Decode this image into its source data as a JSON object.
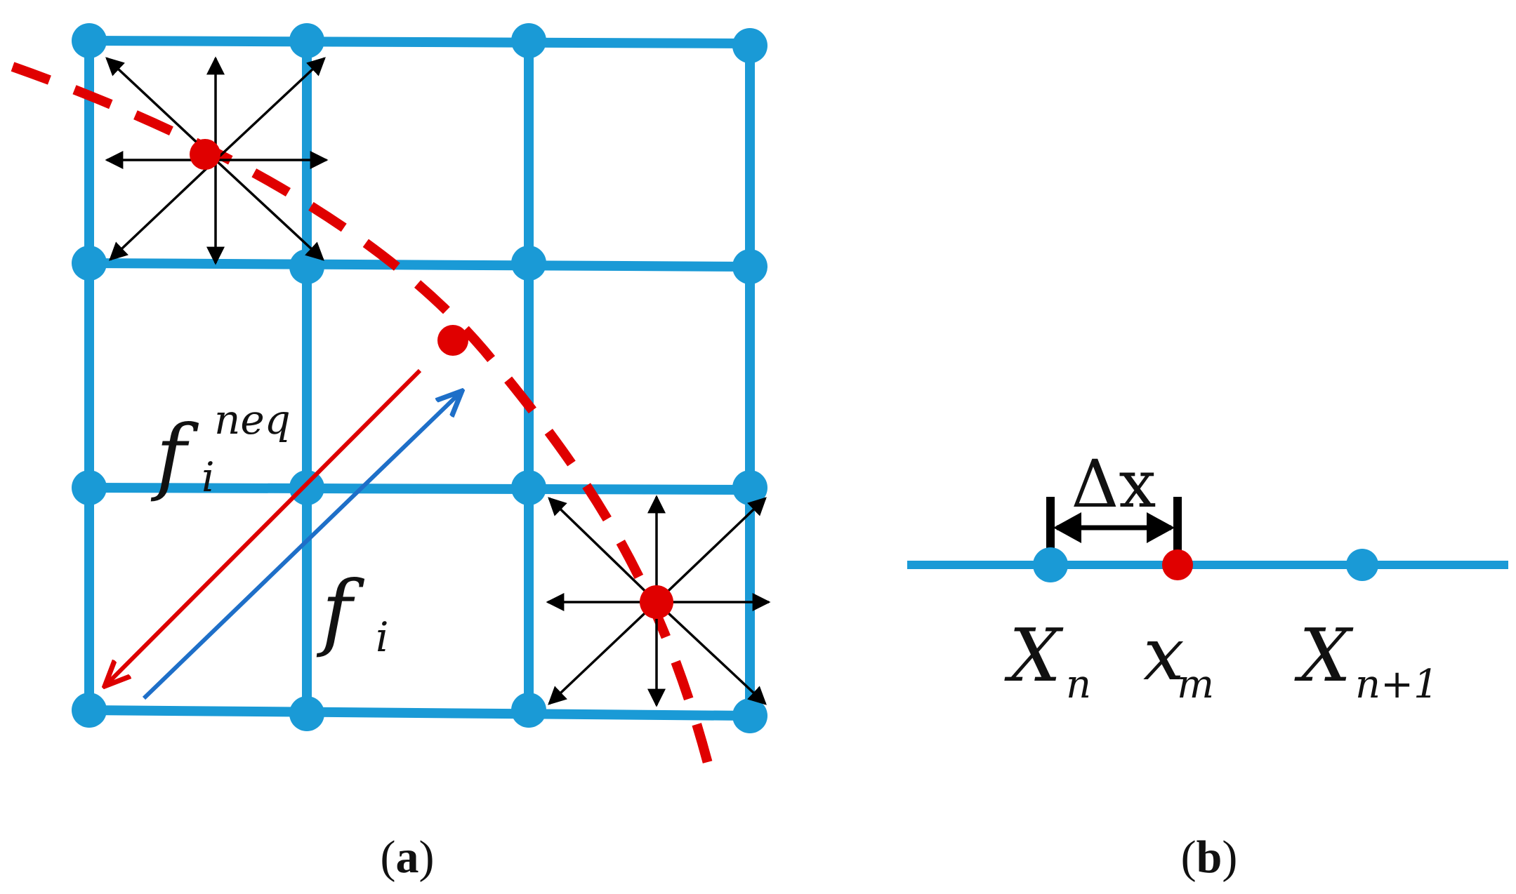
{
  "colors": {
    "grid": "#1a9ad6",
    "node": "#1a9ad6",
    "boundary": "#e00000",
    "boundary_point": "#e00000",
    "arrow": "#000000",
    "neq_arrow": "#dd0000",
    "fi_arrow": "#1e6fc8"
  },
  "panel_a": {
    "caption_open": "(",
    "caption_letter": "a",
    "caption_close": ")",
    "label_neq_base": "f",
    "label_neq_sup": "neq",
    "label_neq_sub": "i",
    "label_f_base": "f",
    "label_f_sub": "i"
  },
  "panel_b": {
    "caption_open": "(",
    "caption_letter": "b",
    "caption_close": ")",
    "delta_label": "Δx",
    "node_left_base": "X",
    "node_left_sub": "n",
    "point_base": "x",
    "point_sub": "m",
    "node_right_base": "X",
    "node_right_sub": "n+1"
  }
}
